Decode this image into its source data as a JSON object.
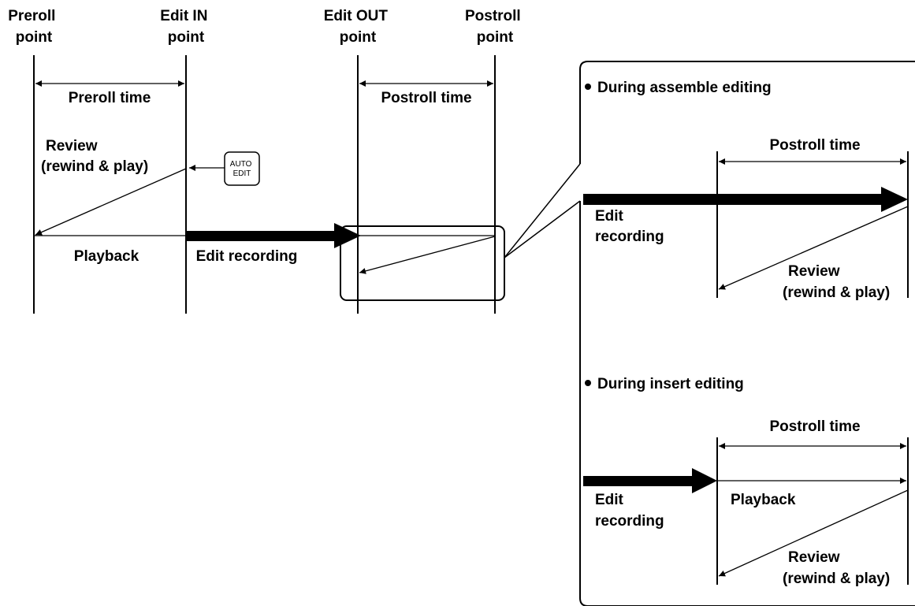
{
  "timeline": {
    "preroll_point": [
      "Preroll",
      "point"
    ],
    "edit_in_point": [
      "Edit IN",
      "point"
    ],
    "edit_out_point": [
      "Edit OUT",
      "point"
    ],
    "postroll_point": [
      "Postroll",
      "point"
    ],
    "preroll_time": "Preroll time",
    "postroll_time": "Postroll time",
    "review": [
      "Review",
      "(rewind & play)"
    ],
    "playback": "Playback",
    "edit_recording": "Edit recording",
    "auto_edit_button": [
      "AUTO",
      "EDIT"
    ]
  },
  "detail": {
    "assemble": {
      "heading": "During assemble editing",
      "postroll_time": "Postroll time",
      "edit_recording": [
        "Edit",
        "recording"
      ],
      "review": [
        "Review",
        "(rewind & play)"
      ]
    },
    "insert": {
      "heading": "During insert editing",
      "postroll_time": "Postroll time",
      "edit_recording": [
        "Edit",
        "recording"
      ],
      "playback": "Playback",
      "review": [
        "Review",
        "(rewind & play)"
      ]
    }
  }
}
